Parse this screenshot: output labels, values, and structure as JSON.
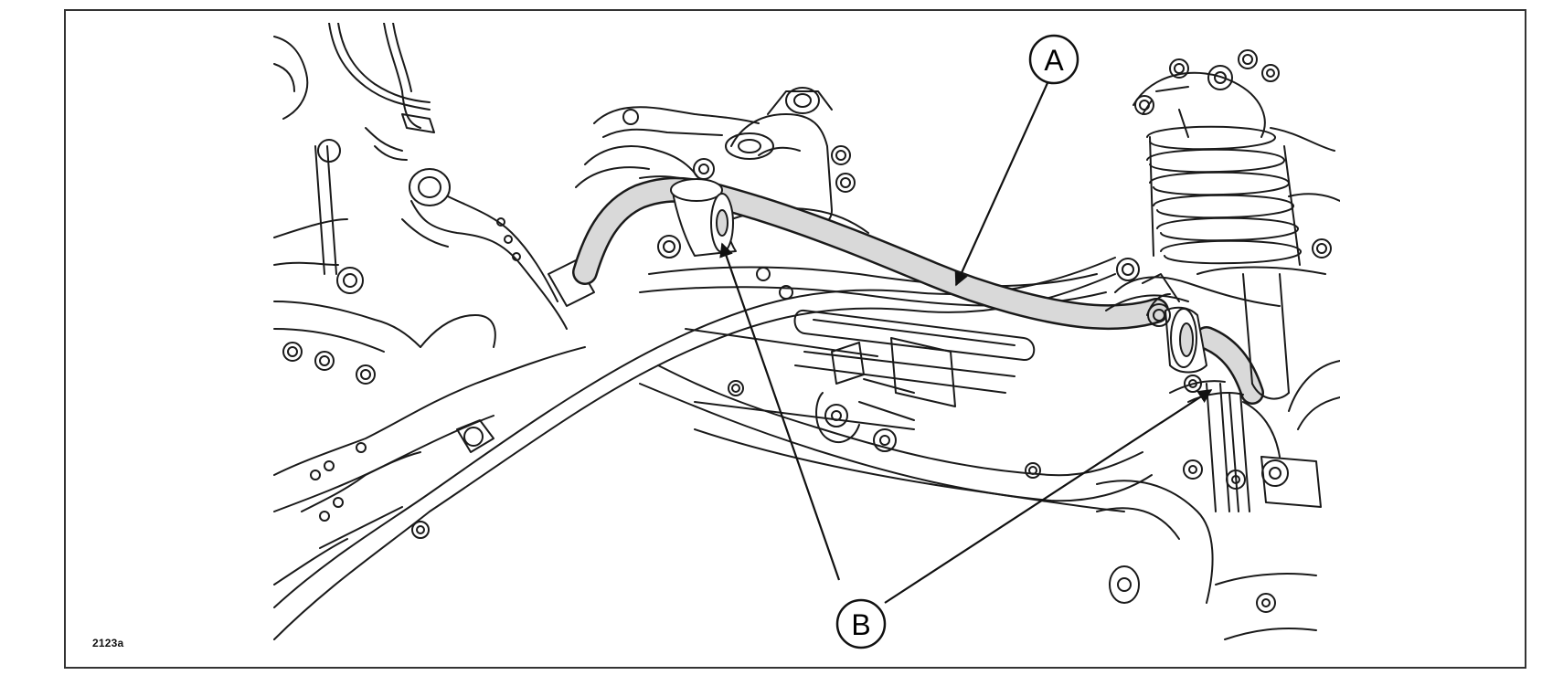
{
  "figure": {
    "code": "2123a",
    "callouts": [
      {
        "letter": "A"
      },
      {
        "letter": "B"
      }
    ]
  },
  "colors": {
    "line": "#1a1a1a",
    "highlight": "#d9d9d9",
    "background": "#ffffff"
  }
}
